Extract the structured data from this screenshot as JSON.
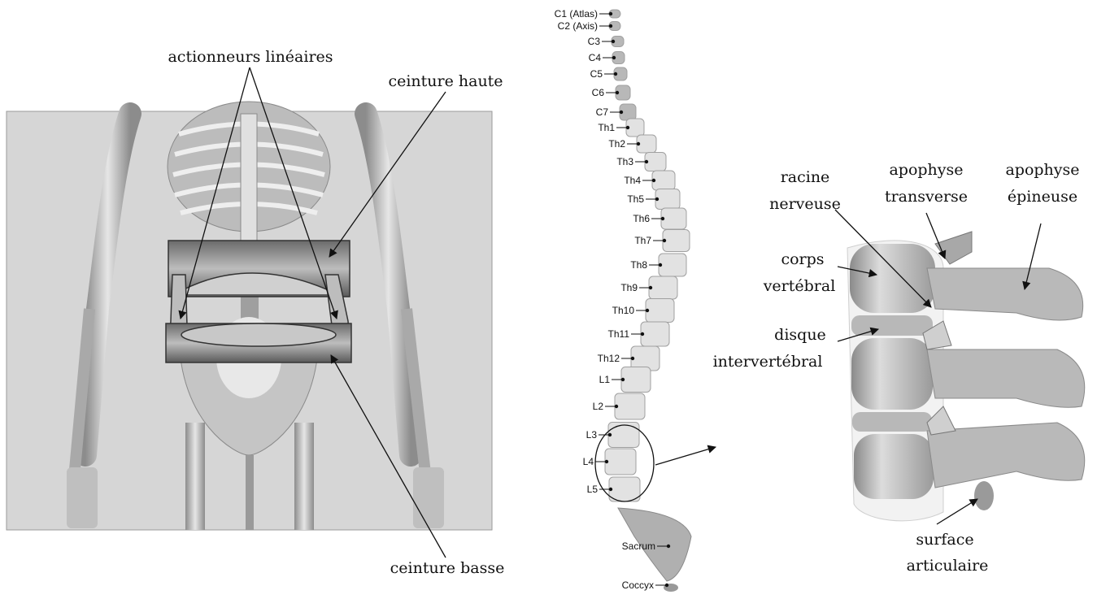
{
  "exoskeleton": {
    "labels": {
      "actuators": "actionneurs linéaires",
      "upper_belt": "ceinture haute",
      "lower_belt": "ceinture basse"
    }
  },
  "spine": {
    "vertebrae": [
      "C1 (Atlas)",
      "C2 (Axis)",
      "C3",
      "C4",
      "C5",
      "C6",
      "C7",
      "Th1",
      "Th2",
      "Th3",
      "Th4",
      "Th5",
      "Th6",
      "Th7",
      "Th8",
      "Th9",
      "Th10",
      "Th11",
      "Th12",
      "L1",
      "L2",
      "L3",
      "L4",
      "L5",
      "Sacrum",
      "Coccyx"
    ]
  },
  "vertebra_detail": {
    "labels": {
      "nerve_root_1": "racine",
      "nerve_root_2": "nerveuse",
      "transverse_1": "apophyse",
      "transverse_2": "transverse",
      "spinous_1": "apophyse",
      "spinous_2": "épineuse",
      "body_1": "corps",
      "body_2": "vertébral",
      "disc_1": "disque",
      "disc_2": "intervertébral",
      "articular_1": "surface",
      "articular_2": "articulaire"
    }
  }
}
